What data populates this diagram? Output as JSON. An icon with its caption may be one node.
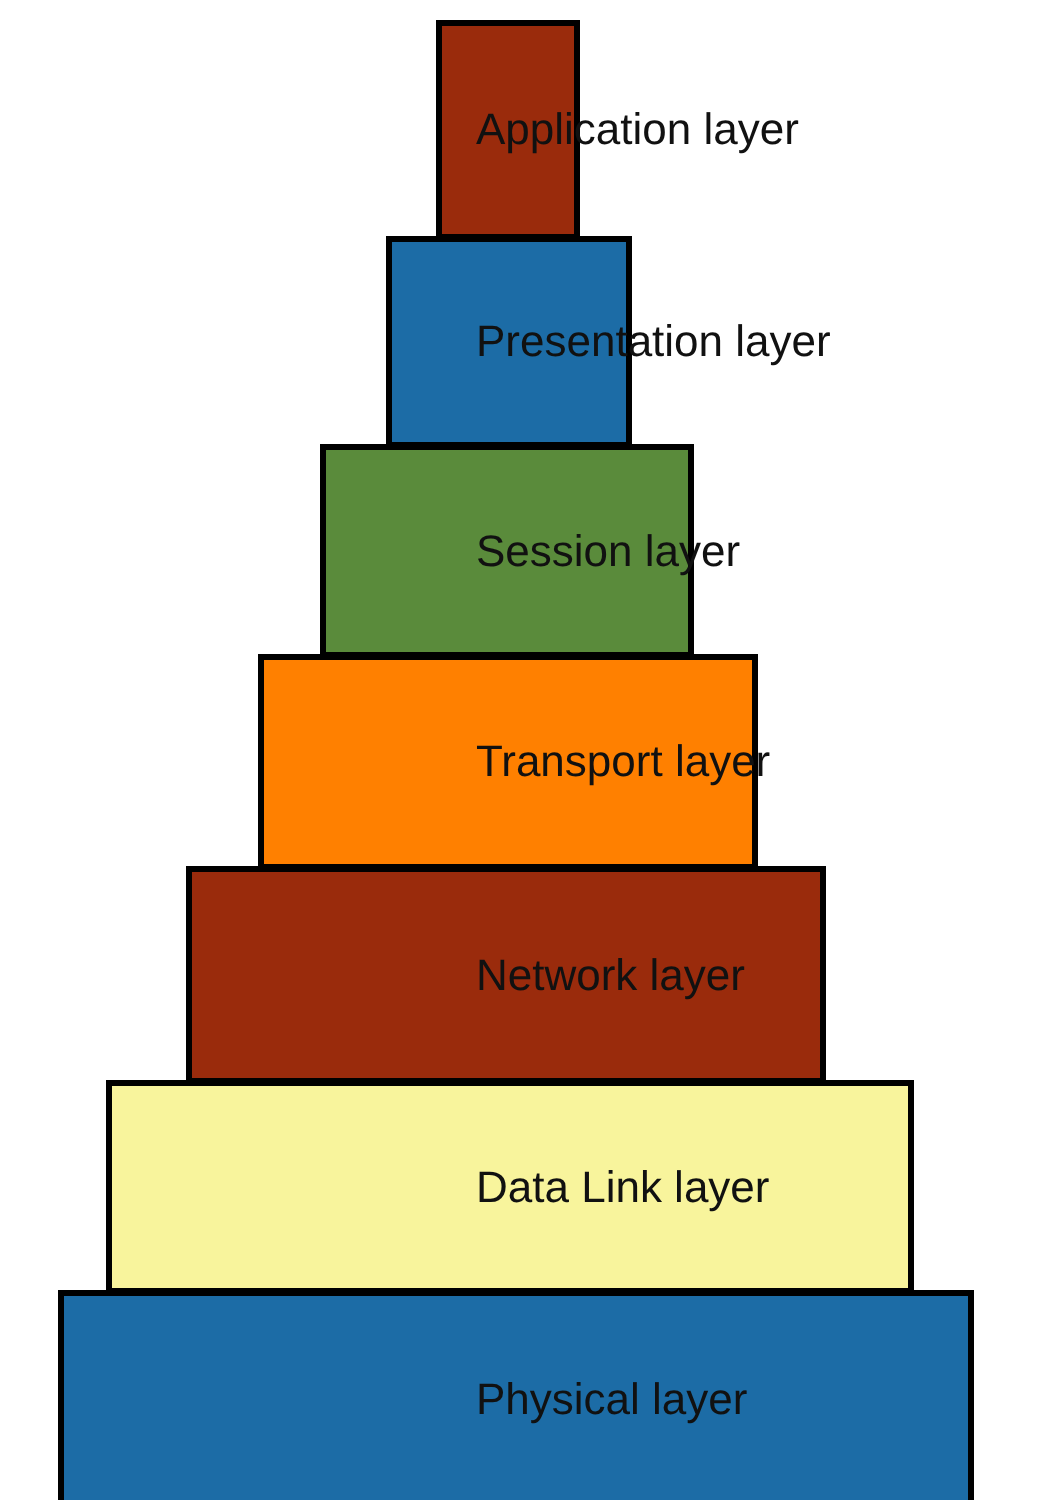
{
  "diagram": {
    "nodes": [
      {
        "text": [
          "Application layer"
        ]
      },
      {
        "text": [
          "Presentation layer"
        ]
      },
      {
        "text": [
          "Session layer"
        ]
      },
      {
        "text": [
          "Transport layer"
        ]
      },
      {
        "text": [
          "Network layer"
        ]
      },
      {
        "text": [
          "Data Link layer"
        ]
      },
      {
        "text": [
          "Physical layer"
        ]
      }
    ]
  }
}
